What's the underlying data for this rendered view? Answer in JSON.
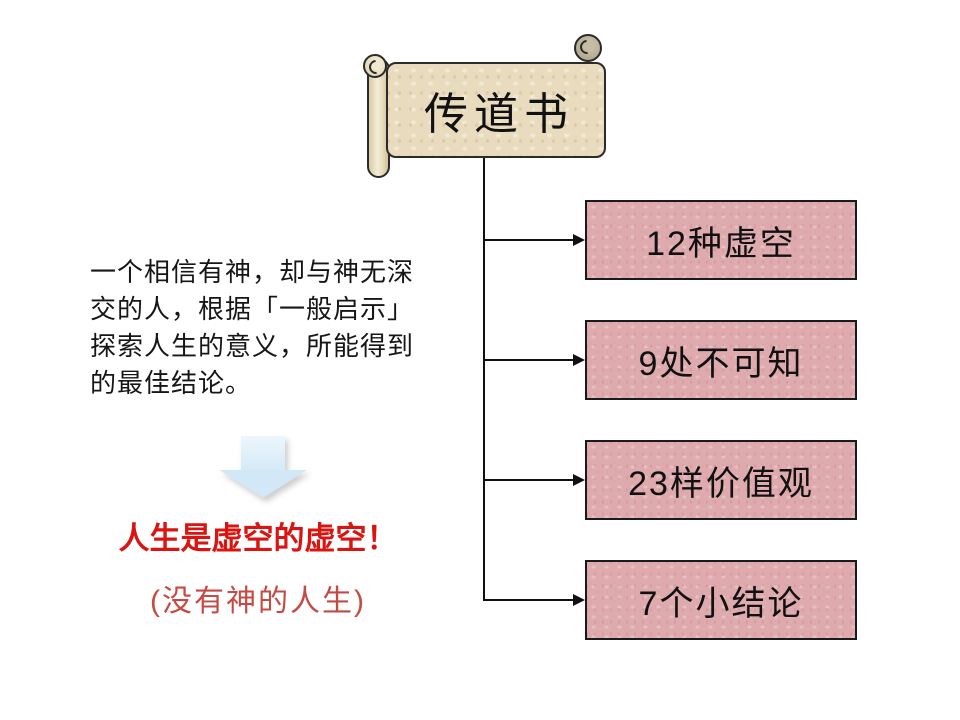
{
  "slide": {
    "title_banner": {
      "label": "传道书"
    },
    "left_note": {
      "text": "一个相信有神，却与神无深\n交的人，根据「一般启示」\n探索人生的意义，所能得到\n的最佳结论。"
    },
    "conclusion": {
      "line1": "人生是虚空的虚空！",
      "line2": "(没有神的人生)"
    },
    "branches": [
      {
        "label": "12种虚空"
      },
      {
        "label": "9处不可知"
      },
      {
        "label": "23样价值观"
      },
      {
        "label": "7个小结论"
      }
    ],
    "colors": {
      "scroll_fill": "#e9dcbe",
      "scroll_curl_fill": "#b0a588",
      "box_fill": "#deaaad",
      "box_border": "#1a1a1a",
      "connector": "#111111",
      "arrow_blue": "#d5eaf7",
      "red_primary": "#da1410",
      "red_secondary": "#c64a44",
      "text": "#161616"
    }
  }
}
